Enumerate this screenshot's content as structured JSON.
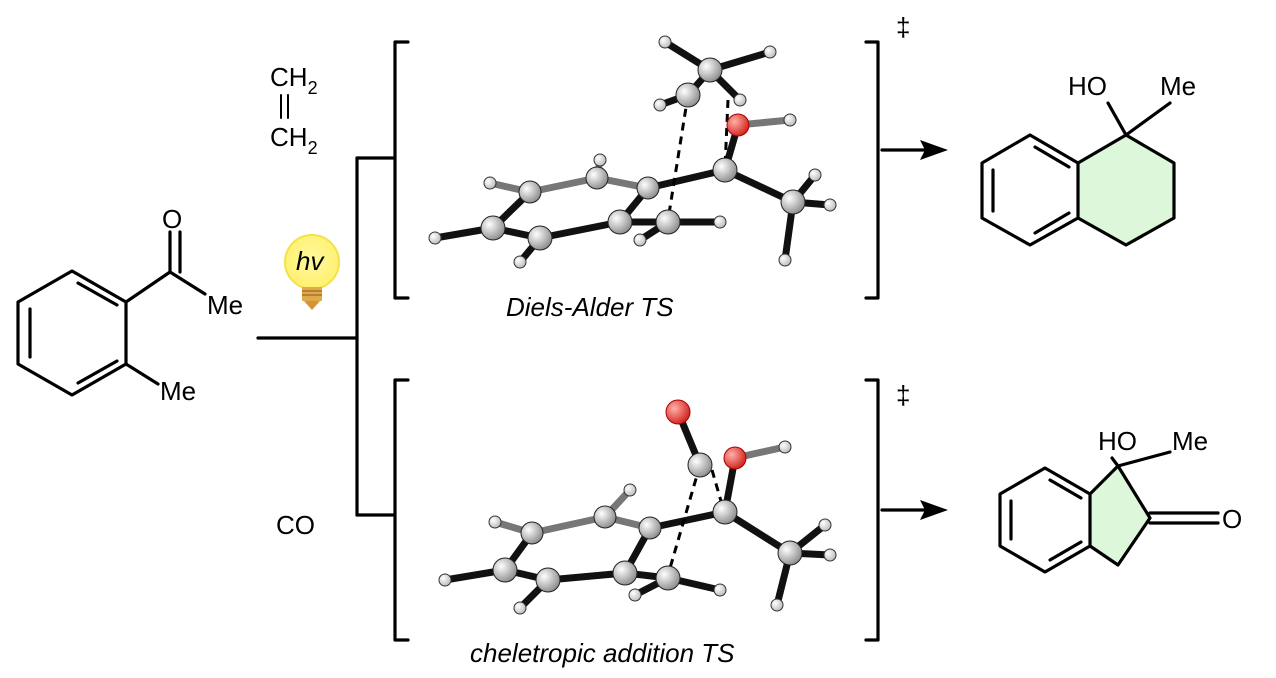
{
  "starting_material": {
    "oxygen": "O",
    "acetyl_methyl": "Me",
    "ring_methyl": "Me"
  },
  "light": {
    "label": "hv",
    "color": "#fff27a"
  },
  "reagents": {
    "ethylene_top": "CH2",
    "ethylene_bottom": "CH2",
    "subscript": "2",
    "carbon_monoxide": "CO"
  },
  "transition_states": [
    {
      "caption": "Diels-Alder TS",
      "dagger": "‡"
    },
    {
      "caption": "cheletropic addition TS",
      "dagger": "‡"
    }
  ],
  "products": [
    {
      "hydroxy": "HO",
      "methyl": "Me",
      "ring_fill": "#dcf7d9"
    },
    {
      "hydroxy": "HO",
      "methyl": "Me",
      "ketone_oxygen": "O",
      "ring_fill": "#dcf7d9"
    }
  ],
  "colors": {
    "carbon": "#cfcfcf",
    "oxygen": "#e8403a",
    "hydrogen": "#ffffff"
  }
}
